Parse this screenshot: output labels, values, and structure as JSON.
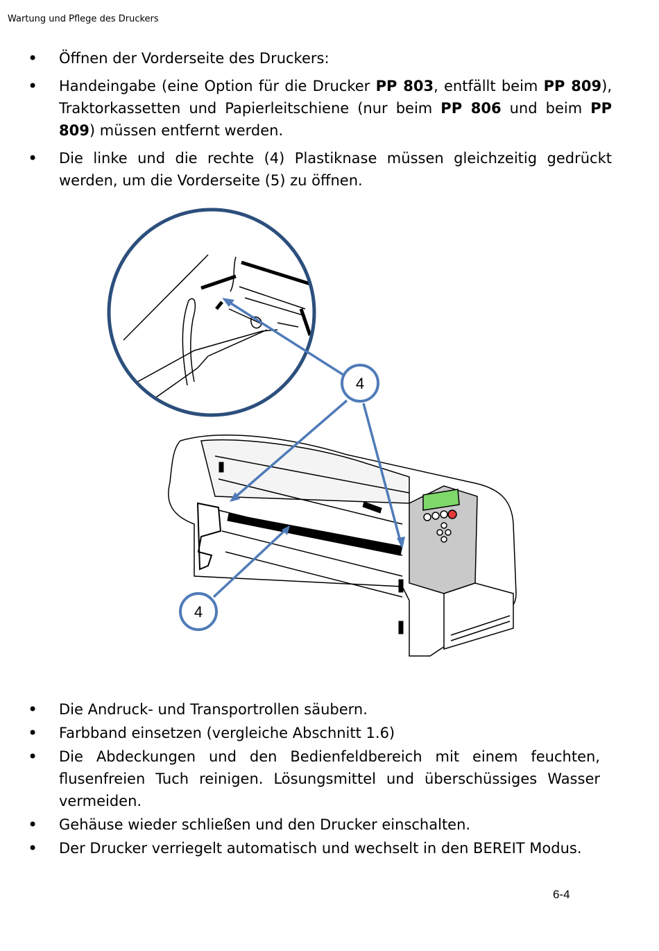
{
  "header": {
    "running_title": "Wartung und Pflege des Druckers"
  },
  "steps_top": [
    {
      "parts": [
        {
          "t": "Öffnen der Vorderseite des Druckers:",
          "b": false
        }
      ]
    },
    {
      "parts": [
        {
          "t": "Handeingabe (eine Option für die Drucker ",
          "b": false
        },
        {
          "t": "PP 803",
          "b": true
        },
        {
          "t": ", entfällt beim ",
          "b": false
        },
        {
          "t": "PP 809",
          "b": true
        },
        {
          "t": "), Traktorkassetten und Papierleitschiene (nur beim ",
          "b": false
        },
        {
          "t": "PP 806",
          "b": true
        },
        {
          "t": " und beim ",
          "b": false
        },
        {
          "t": "PP 809",
          "b": true
        },
        {
          "t": ") müssen entfernt werden.",
          "b": false
        }
      ]
    },
    {
      "parts": [
        {
          "t": "Die linke und die rechte (4) Plastiknase müssen gleichzeitig gedrückt werden, um die Vorderseite (5) zu öffnen.",
          "b": false
        }
      ]
    }
  ],
  "figure": {
    "callout_top": "4",
    "callout_bottom": "4",
    "accent_color": "#4f7bb8",
    "circle_color": "#2c4f7c"
  },
  "steps_bottom": [
    "Die Andruck- und Transportrollen säubern.",
    "Farbband einsetzen (vergleiche Abschnitt 1.6)",
    "Die Abdeckungen und den Bedienfeldbereich mit einem feuchten, flusenfreien Tuch reinigen. Lösungsmittel und überschüssiges Wasser vermeiden.",
    "Gehäuse wieder schließen und den Drucker einschalten.",
    "Der Drucker verriegelt automatisch und wechselt in den BEREIT Modus."
  ],
  "footer": {
    "page_number": "6-4"
  }
}
